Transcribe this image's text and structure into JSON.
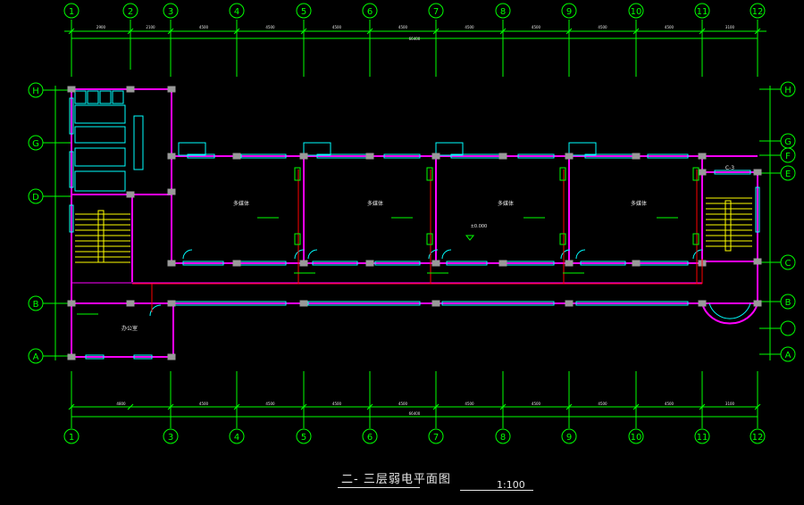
{
  "drawing": {
    "title": "二- 三层弱电平面图",
    "scale": "1:100",
    "total_dimension": "66400"
  },
  "axes": {
    "columns": [
      "1",
      "2",
      "3",
      "4",
      "5",
      "6",
      "7",
      "8",
      "9",
      "10",
      "11",
      "12"
    ],
    "rows": [
      "H",
      "G",
      "F",
      "E",
      "D",
      "C",
      "B",
      "A"
    ]
  },
  "dimensions": {
    "top": [
      "2900",
      "2100",
      "4500",
      "4500",
      "4500",
      "4500",
      "4500",
      "4500",
      "4500",
      "4500",
      "3100"
    ],
    "bottom": [
      "4800",
      "4500",
      "4500",
      "4500",
      "4500",
      "4500",
      "4500",
      "4500",
      "4500",
      "3100"
    ]
  },
  "rooms": {
    "stair_upper_right": "C-3",
    "classrooms": [
      "多媒体",
      "多媒体",
      "多媒体",
      "多媒体"
    ],
    "office": "办公室",
    "corridor_elevation": "±0.000"
  },
  "colors": {
    "background": "#000000",
    "grid": "#00ff00",
    "wall": "#ff00ff",
    "window": "#00ffff",
    "wiring": "#ff0000",
    "stair": "#ffff00",
    "text": "#e8e8e8"
  }
}
